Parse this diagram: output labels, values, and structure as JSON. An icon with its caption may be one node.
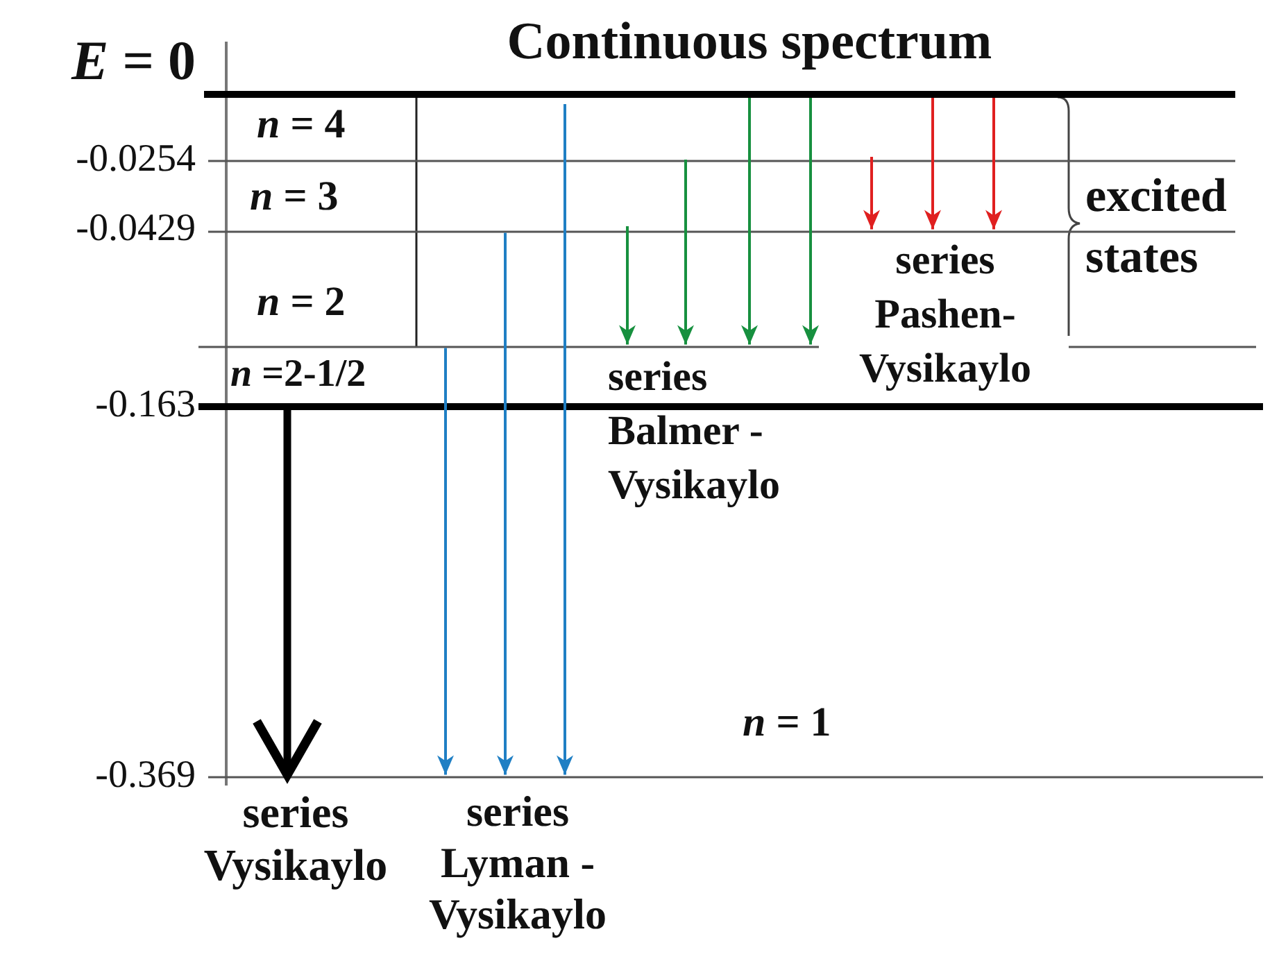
{
  "diagram": {
    "title": "Continuous spectrum",
    "nodes": [
      {
        "text": [],
        "shape": "line",
        "beside": [
          "*E* = 0"
        ]
      },
      {
        "text": [],
        "shape": "line",
        "beside": [
          "-0.0254"
        ]
      },
      {
        "text": [],
        "shape": "line",
        "beside": [
          "-0.0429"
        ]
      },
      {
        "text": [],
        "shape": "line"
      },
      {
        "text": [],
        "shape": "line",
        "beside": [
          "-0.163"
        ]
      },
      {
        "text": [],
        "shape": "line",
        "beside": [
          "-0.369"
        ]
      }
    ],
    "edges": [
      {
        "from": 4,
        "to": 5,
        "arrow": "to",
        "style": "thick",
        "color": "#000000"
      },
      {
        "from": 3,
        "to": 5,
        "arrow": "to",
        "color": "#1f7fc4"
      },
      {
        "from": 2,
        "to": 5,
        "arrow": "to",
        "color": "#1f7fc4"
      },
      {
        "from": 0,
        "to": 5,
        "arrow": "to",
        "color": "#1f7fc4"
      },
      {
        "from": 2,
        "to": 3,
        "arrow": "to"
      },
      {
        "from": 1,
        "to": 3,
        "arrow": "to"
      },
      {
        "from": 0,
        "to": 3,
        "arrow": "to"
      },
      {
        "from": 0,
        "to": 3,
        "arrow": "to"
      },
      {
        "from": 1,
        "to": 2,
        "arrow": "to",
        "color": "#e02020"
      },
      {
        "from": 0,
        "to": 2,
        "arrow": "to",
        "color": "#e02020"
      },
      {
        "from": 0,
        "to": 2,
        "arrow": "to",
        "color": "#e02020"
      }
    ],
    "labels": [
      "*n* = 4",
      "*n* = 3",
      "excited states",
      "series Pashen-Vysikaylo",
      "*n* = 2",
      "*n* =2-1/2",
      "series Balmer - Vysikaylo",
      "*n* = 1",
      "series Vysikaylo",
      "series Lyman - Vysikaylo"
    ]
  }
}
